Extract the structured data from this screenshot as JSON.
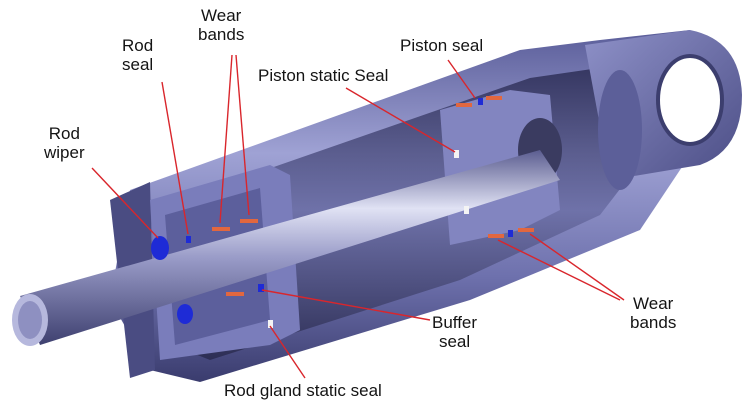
{
  "labels": {
    "rod_seal": {
      "lines": [
        "Rod",
        "seal"
      ]
    },
    "wear_bands_top": {
      "lines": [
        "Wear",
        "bands"
      ]
    },
    "piston_seal": {
      "lines": [
        "Piston seal"
      ]
    },
    "piston_static_seal": {
      "lines": [
        "Piston static Seal"
      ]
    },
    "rod_wiper": {
      "lines": [
        "Rod",
        "wiper"
      ]
    },
    "wear_bands_right": {
      "lines": [
        "Wear",
        "bands"
      ]
    },
    "buffer_seal": {
      "lines": [
        "Buffer",
        "seal"
      ]
    },
    "rod_gland_static_seal": {
      "lines": [
        "Rod gland static seal"
      ]
    }
  },
  "colors": {
    "leader": "#d9262c",
    "body_light": "#9c9fd1",
    "body_mid": "#7275b0",
    "body_dark": "#3d3f73",
    "inner_dark": "#2b2c52",
    "rod_light": "#d8daf0",
    "rod_dark": "#5a5c8f",
    "seal_red": "#e2673f",
    "seal_blue": "#1e2bd6",
    "seal_white": "#f4f4f4"
  }
}
